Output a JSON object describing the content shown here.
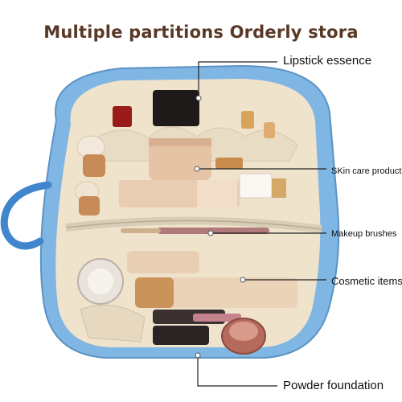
{
  "title": "Multiple partitions Orderly stora",
  "labels": {
    "lipstick": "Lipstick essence",
    "skin_care": "SKin care product",
    "brushes": "Makeup brushes",
    "cosmetic": "Cosmetic items",
    "powder": "Powder foundation"
  },
  "colors": {
    "title": "#5a3826",
    "bag_blue": "#7fb6e3",
    "lining": "#efe3cc",
    "leader_line": "#222222"
  }
}
